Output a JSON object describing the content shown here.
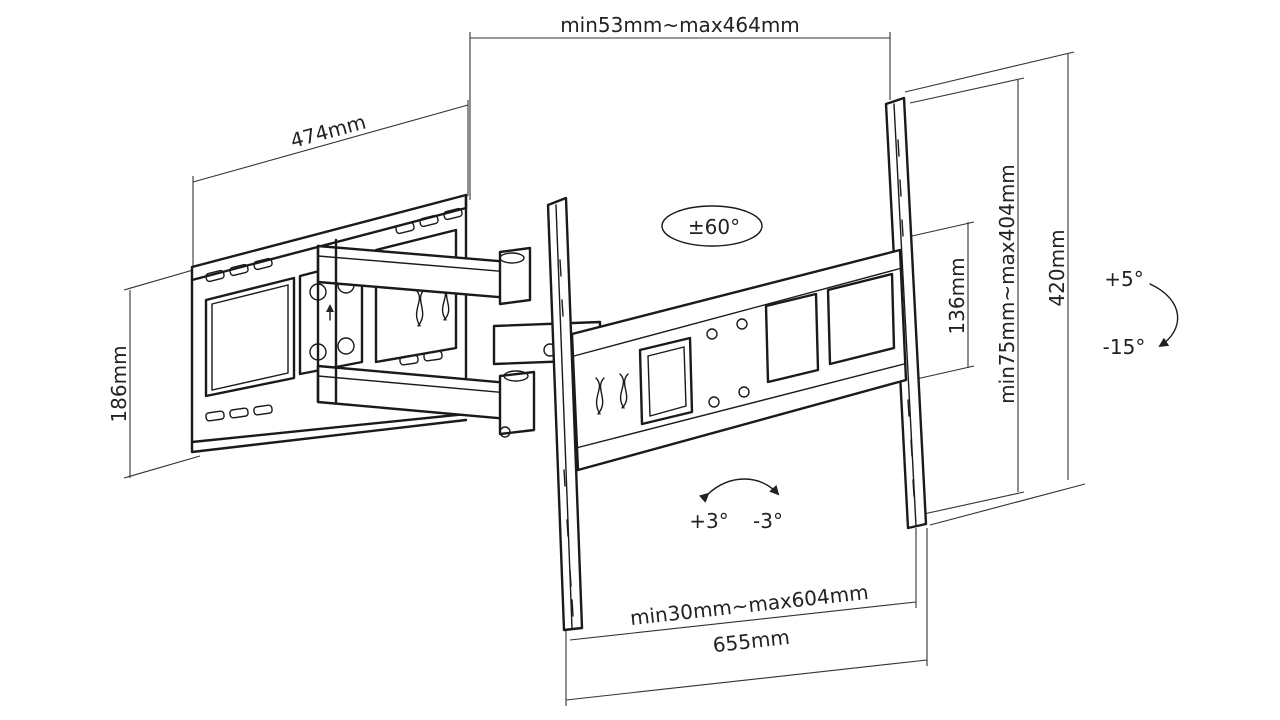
{
  "dimensions": {
    "top_span": "min53mm~max464mm",
    "arm_length": "474mm",
    "plate_height": "186mm",
    "vesa_vertical_small": "136mm",
    "vesa_vertical_range": "min75mm~max404mm",
    "overall_height": "420mm",
    "vesa_horizontal_range": "min30mm~max604mm",
    "overall_width": "655mm"
  },
  "angles": {
    "swivel": "±60°",
    "tilt_up": "+5°",
    "tilt_down": "-15°",
    "level_plus": "+3°",
    "level_minus": "-3°"
  }
}
